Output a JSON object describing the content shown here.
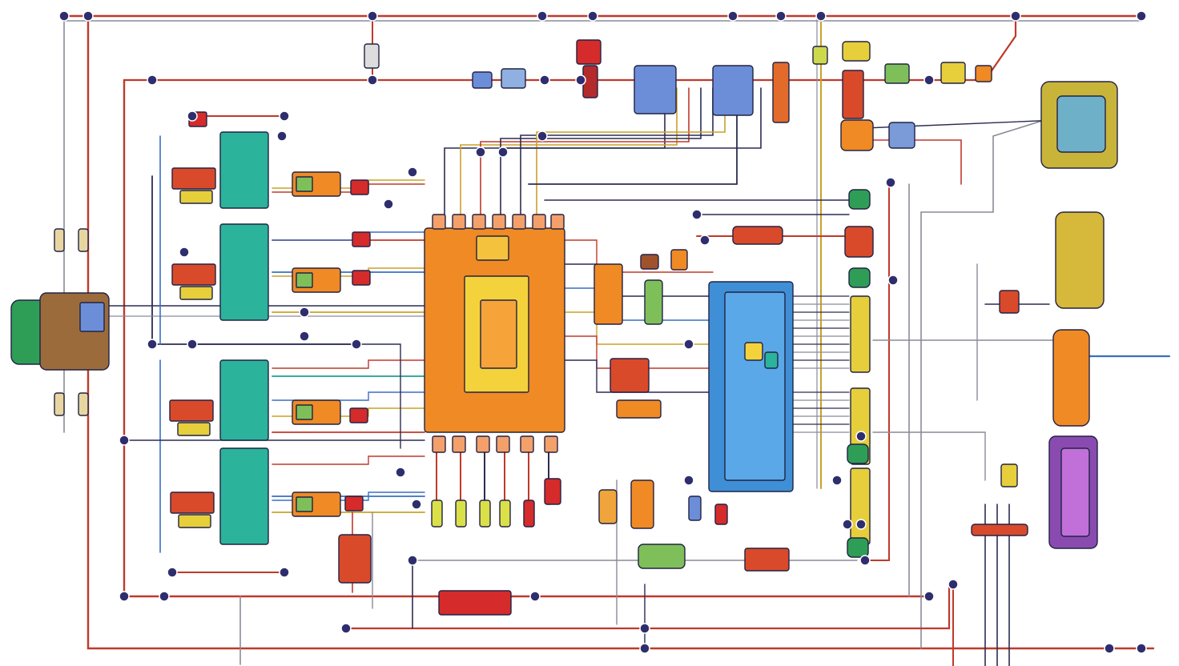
{
  "diagram": {
    "description_free": true,
    "palette": {
      "wire_red": "#c0392b",
      "wire_dark": "#2c2c54",
      "wire_blue": "#3a6fc4",
      "wire_gray": "#8a8a9a",
      "wire_gold": "#c9a227",
      "wire_teal": "#1f9e8e",
      "node": "#2e2e6e",
      "mcu_orange": "#f08a24",
      "mcu_yellow": "#f4d23c",
      "module_blue": "#3f8fd6",
      "module_teal": "#2bb39b",
      "module_green": "#2e9e57",
      "module_brown": "#9c6b3c",
      "module_purple": "#8a4bb0",
      "relay_red": "#d94a2b",
      "relay_orange": "#f08a24",
      "connector_yellow": "#e6cf3a"
    },
    "components": [
      {
        "kind": "connector-plug",
        "color": "module_green"
      },
      {
        "kind": "junction-box",
        "color": "module_brown"
      },
      {
        "kind": "relay-board",
        "color": "module_teal"
      },
      {
        "kind": "relay-board",
        "color": "module_teal"
      },
      {
        "kind": "relay-board",
        "color": "module_teal"
      },
      {
        "kind": "relay-board",
        "color": "module_teal"
      },
      {
        "kind": "microcontroller",
        "color": "mcu_orange"
      },
      {
        "kind": "control-module",
        "color": "module_blue"
      },
      {
        "kind": "motor",
        "color": "connector_yellow"
      },
      {
        "kind": "alternator",
        "color": "connector_yellow"
      },
      {
        "kind": "sensor-block",
        "color": "relay_orange"
      },
      {
        "kind": "ecu",
        "color": "module_purple"
      }
    ]
  }
}
